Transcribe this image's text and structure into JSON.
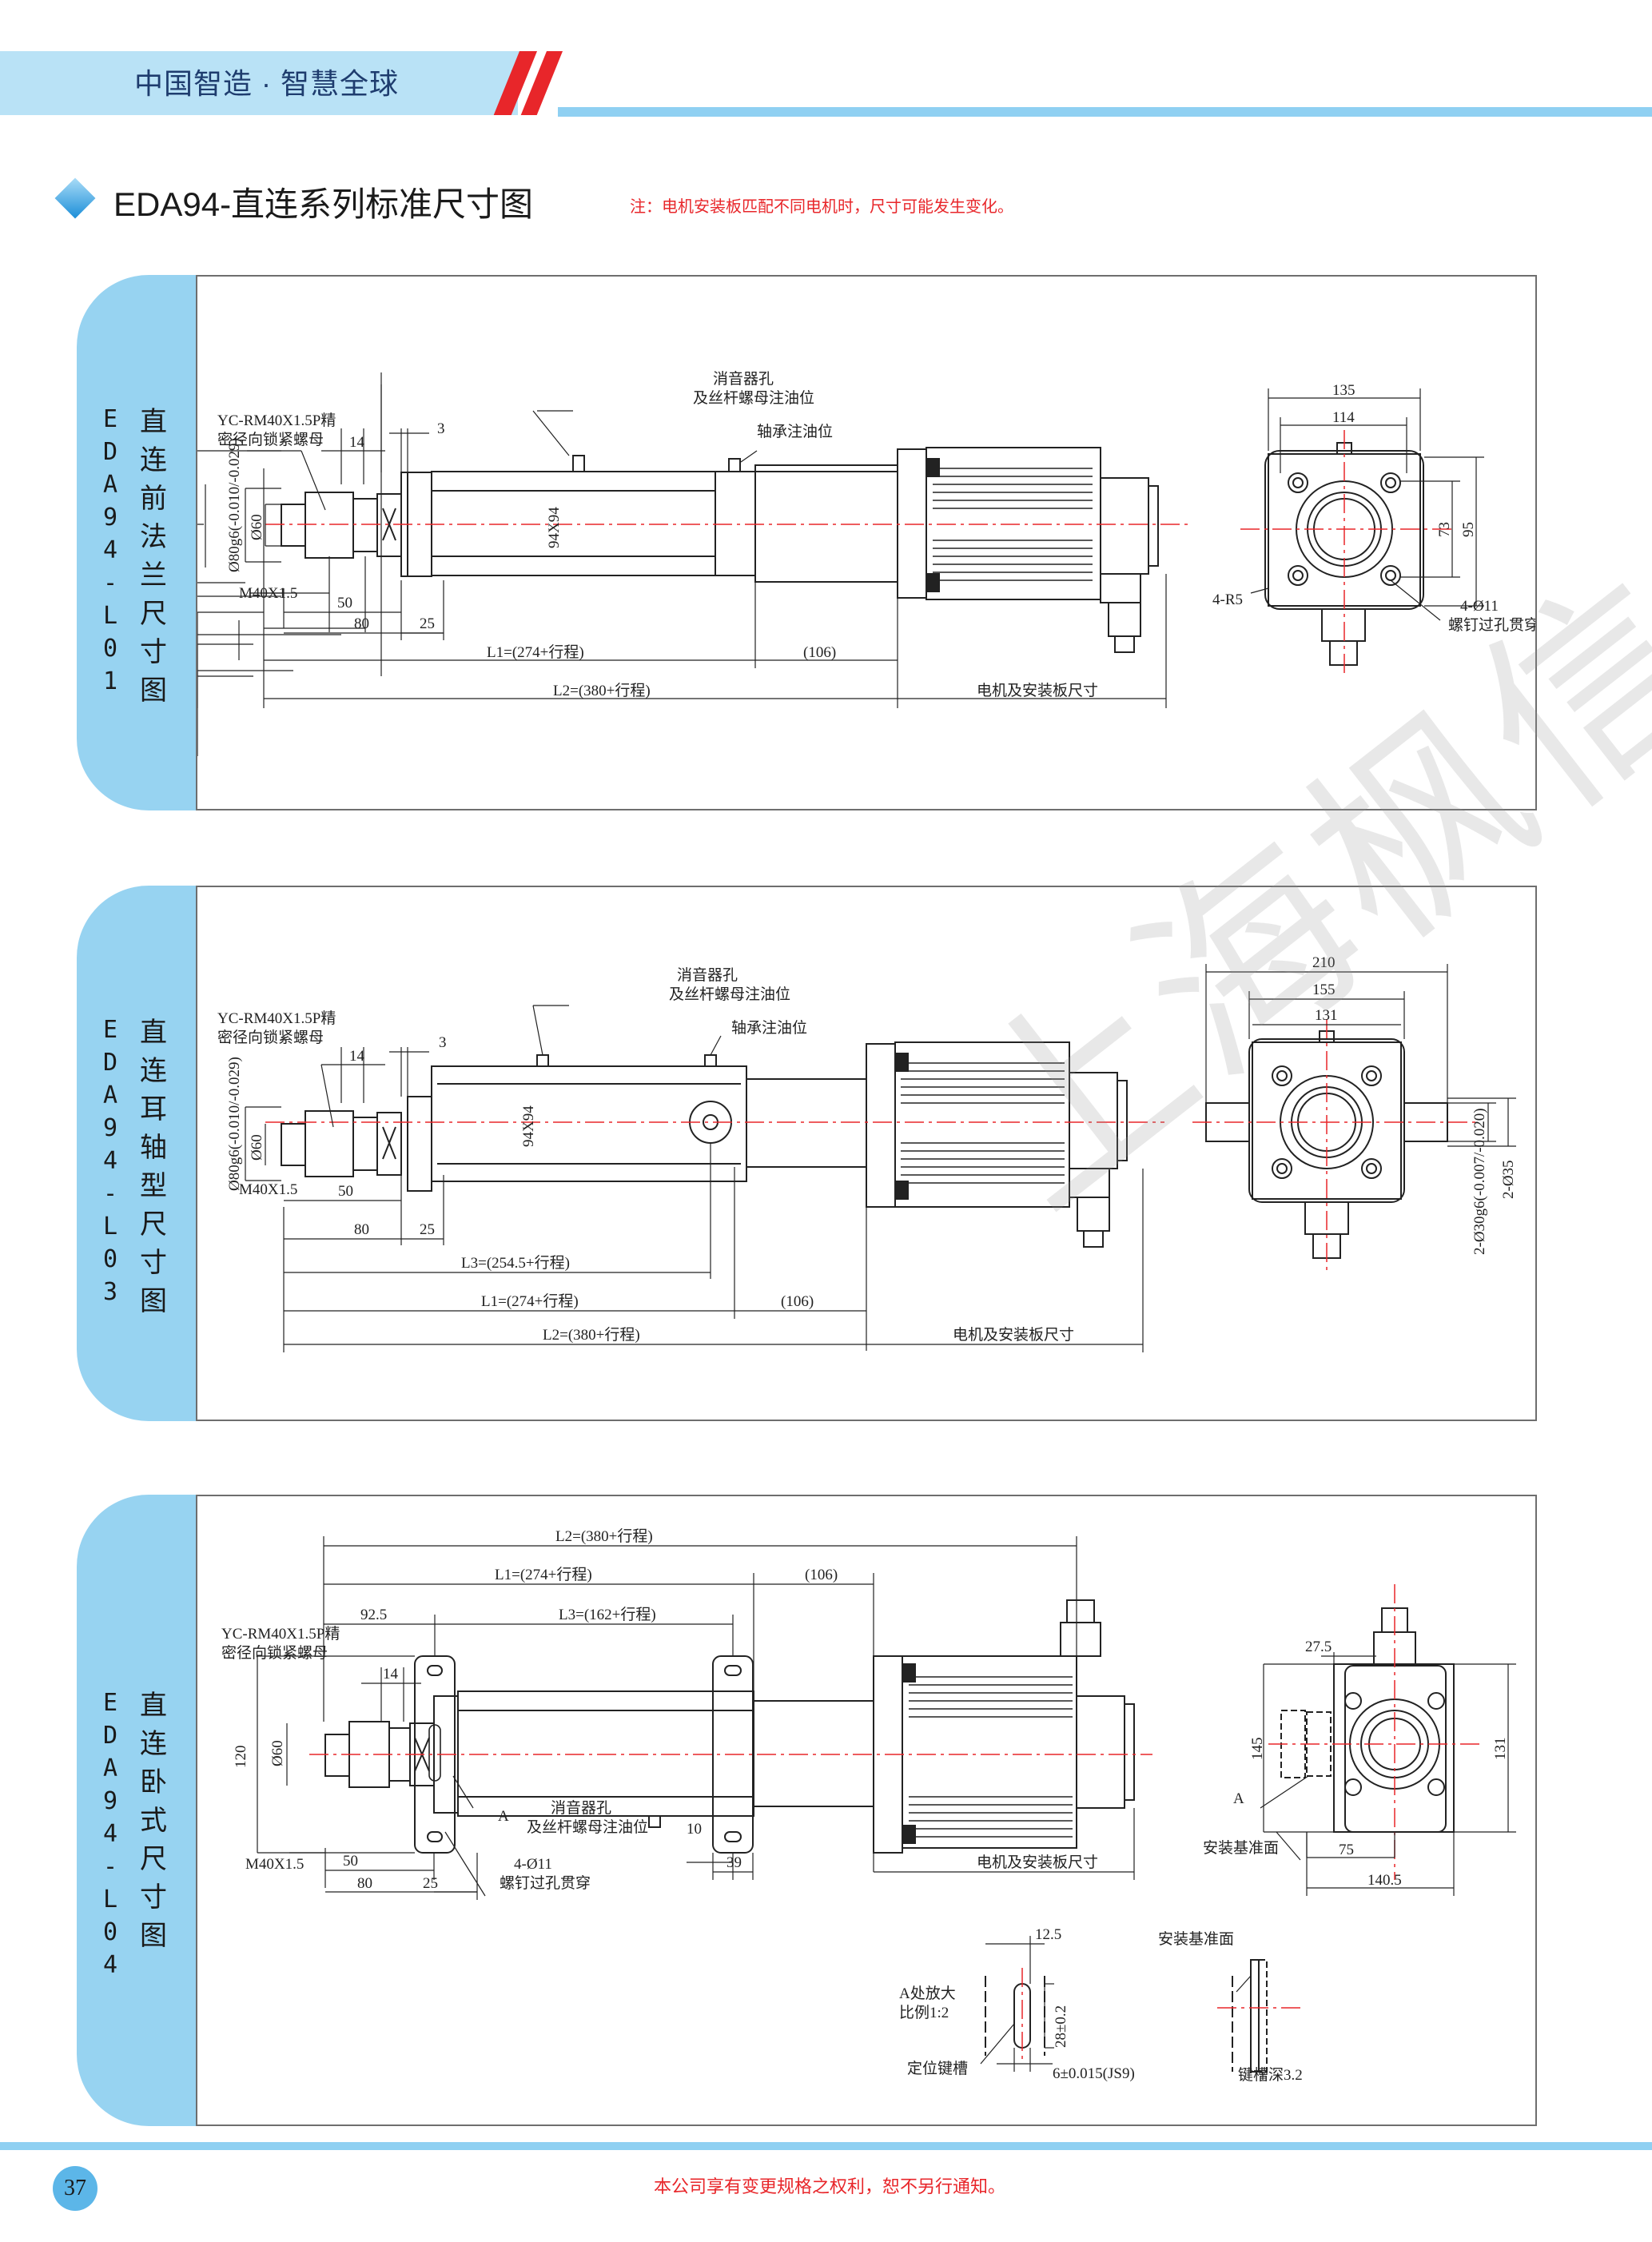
{
  "header": {
    "slogan": "中国智造 · 智慧全球"
  },
  "title": {
    "text": "EDA94-直连系列标准尺寸图",
    "note": "注：电机安装板匹配不同电机时，尺寸可能发生变化。"
  },
  "panels": [
    {
      "tab_cn": [
        "直",
        "连",
        "前",
        "法",
        "兰",
        "尺",
        "寸",
        "图"
      ],
      "tab_en": [
        "E",
        "D",
        "A",
        "9",
        "4",
        "-",
        "L",
        "0",
        "1"
      ],
      "labels": {
        "thread_note1": "YC-RM40X1.5P精",
        "thread_note2": "密径向锁紧螺母",
        "silencer1": "消音器孔",
        "silencer2": "及丝杆螺母注油位",
        "bearing": "轴承注油位",
        "d14": "14",
        "d3": "3",
        "d80g6": "Ø80g6(-0.010/-0.029)",
        "d60": "Ø60",
        "tube": "94X94",
        "m40": "M40X1.5",
        "d50": "50",
        "d80": "80",
        "d25": "25",
        "l1": "L1=(274+行程)",
        "d106": "(106)",
        "l2": "L2=(380+行程)",
        "motor": "电机及安装板尺寸",
        "d135": "135",
        "d114": "114",
        "d73": "73",
        "d95": "95",
        "r5": "4-R5",
        "hole1": "4-Ø11",
        "hole2": "螺钉过孔贯穿"
      }
    },
    {
      "tab_cn": [
        "直",
        "连",
        "耳",
        "轴",
        "型",
        "尺",
        "寸",
        "图"
      ],
      "tab_en": [
        "E",
        "D",
        "A",
        "9",
        "4",
        "-",
        "L",
        "0",
        "3"
      ],
      "labels": {
        "thread_note1": "YC-RM40X1.5P精",
        "thread_note2": "密径向锁紧螺母",
        "silencer1": "消音器孔",
        "silencer2": "及丝杆螺母注油位",
        "bearing": "轴承注油位",
        "d14": "14",
        "d3": "3",
        "d80g6": "Ø80g6(-0.010/-0.029)",
        "d60": "Ø60",
        "tube": "94X94",
        "m40": "M40X1.5",
        "d50": "50",
        "d80": "80",
        "d25": "25",
        "l3": "L3=(254.5+行程)",
        "l1": "L1=(274+行程)",
        "d106": "(106)",
        "l2": "L2=(380+行程)",
        "motor": "电机及安装板尺寸",
        "d210": "210",
        "d155": "155",
        "d131": "131",
        "pin1": "2-Ø30g6(-0.007/-0.020)",
        "pin2": "2-Ø35"
      }
    },
    {
      "tab_cn": [
        "直",
        "连",
        "卧",
        "式",
        "尺",
        "寸",
        "图"
      ],
      "tab_en": [
        "E",
        "D",
        "A",
        "9",
        "4",
        "-",
        "L",
        "0",
        "4"
      ],
      "labels": {
        "l2": "L2=(380+行程)",
        "l1": "L1=(274+行程)",
        "d106": "(106)",
        "d925": "92.5",
        "l3": "L3=(162+行程)",
        "thread_note1": "YC-RM40X1.5P精",
        "thread_note2": "密径向锁紧螺母",
        "d14": "14",
        "d120": "120",
        "d60": "Ø60",
        "m40": "M40X1.5",
        "d50": "50",
        "d80": "80",
        "d25": "25",
        "a": "A",
        "silencer1": "消音器孔",
        "silencer2": "及丝杆螺母注油位",
        "d10": "10",
        "d39": "39",
        "hole1": "4-Ø11",
        "hole2": "螺钉过孔贯穿",
        "motor": "电机及安装板尺寸",
        "d275": "27.5",
        "d145": "145",
        "d131": "131",
        "base": "安装基准面",
        "d75": "75",
        "d1405": "140.5",
        "d125": "12.5",
        "enlarge1": "A处放大",
        "enlarge2": "比例1:2",
        "key": "定位键槽",
        "d28": "28±0.2",
        "keywidth": "6±0.015(JS9)",
        "base2": "安装基准面",
        "keydepth": "键槽深3.2"
      }
    }
  ],
  "watermark": "上海枫信传动",
  "footer": {
    "page": "37",
    "notice": "本公司享有变更规格之权利，恕不另行通知。"
  }
}
